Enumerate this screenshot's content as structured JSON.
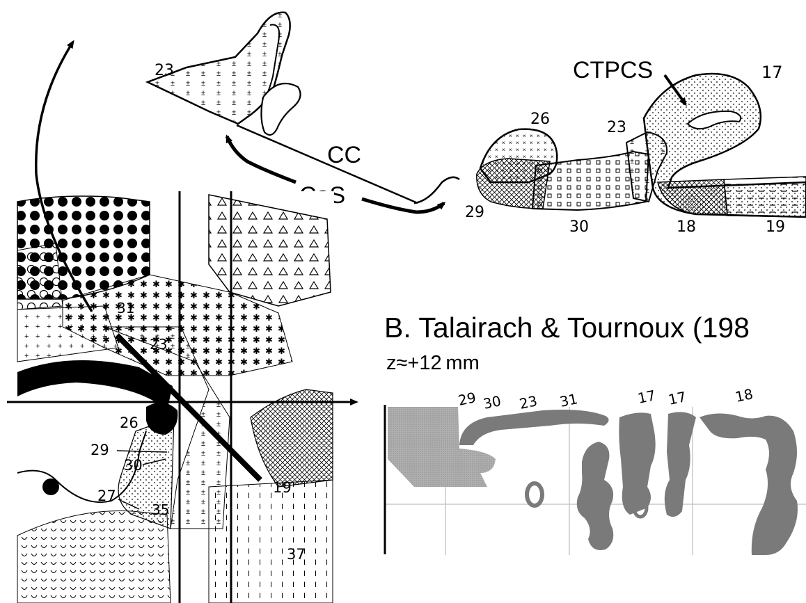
{
  "top_panel": {
    "labels": {
      "ctpcs": "CTPCS",
      "cc": "CC",
      "cas": "CaS",
      "area_23_left": "23",
      "area_26": "26",
      "area_23_right": "23",
      "area_17": "17",
      "area_29": "29",
      "area_30": "30",
      "area_18": "18",
      "area_19": "19"
    }
  },
  "left_panel": {
    "labels": {
      "area_31": "31",
      "area_23": "23",
      "area_26": "26",
      "area_29": "29",
      "area_30": "30",
      "area_27": "27",
      "area_35": "35",
      "area_19": "19",
      "area_37": "37"
    }
  },
  "panel_b": {
    "title": "B. Talairach & Tournoux (198",
    "subtitle": "z≈+12 mm",
    "area_labels": [
      "29",
      "30",
      "23",
      "31",
      "17",
      "17",
      "18"
    ]
  },
  "colors": {
    "cortex_gray": "#7a7a7a",
    "stipple_gray": "#a9a9a9",
    "grid_gray": "#c8c8c8",
    "ink": "#000000"
  }
}
